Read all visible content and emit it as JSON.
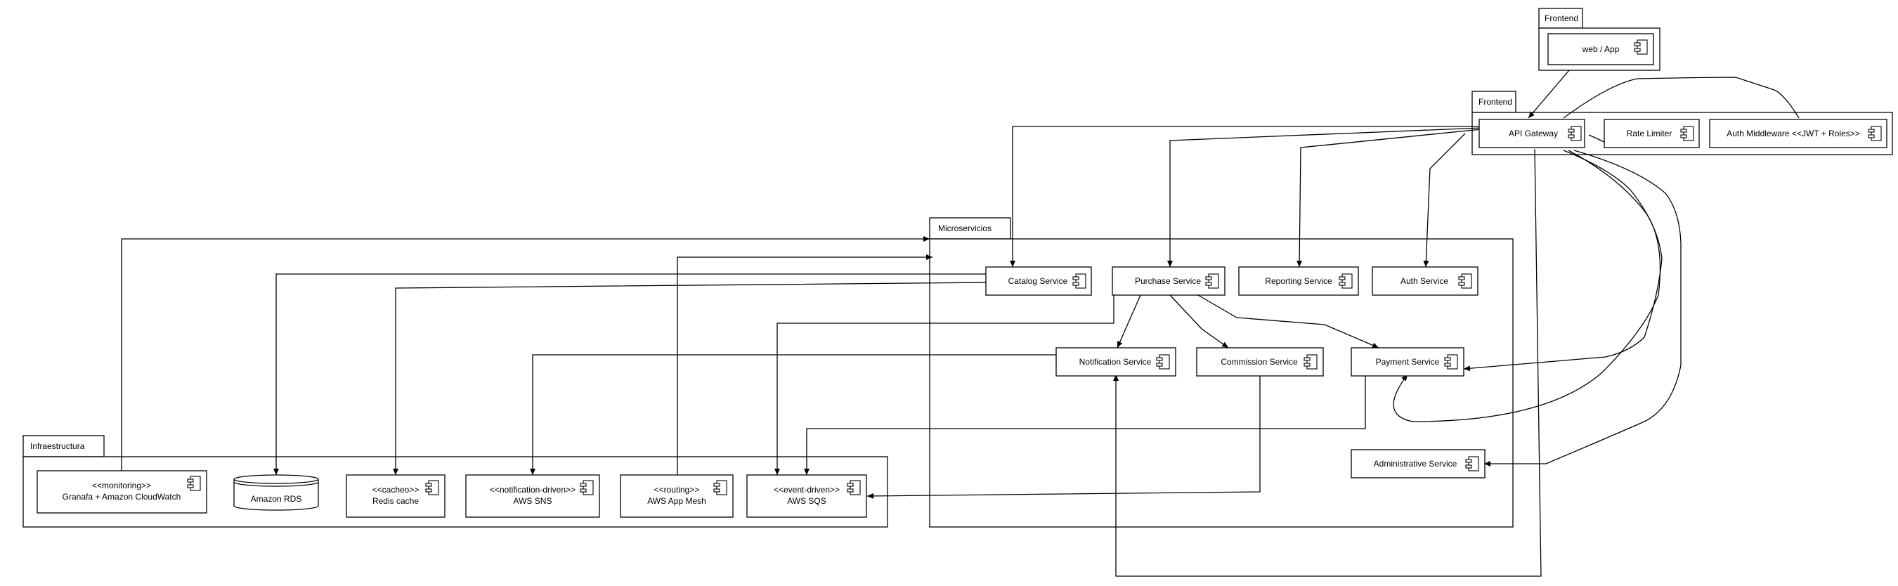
{
  "packages": {
    "frontend_top": "Frontend",
    "frontend_gateway": "Frontend",
    "microservicios": "Microservicios",
    "infraestructura": "Infraestructura"
  },
  "components": {
    "web_app": "web / App",
    "api_gateway": "API Gateway",
    "rate_limiter": "Rate Limiter",
    "auth_middleware": "Auth Middleware <<JWT + Roles>>",
    "catalog": "Catalog Service",
    "purchase": "Purchase Service",
    "reporting": "Reporting Service",
    "auth": "Auth Service",
    "notification": "Notification Service",
    "commission": "Commission Service",
    "payment": "Payment Service",
    "administrative": "Administrative Service",
    "monitoring_stereotype": "<<monitoring>>",
    "monitoring_name": "Granafa + Amazon CloudWatch",
    "rds": "Amazon RDS",
    "redis_stereotype": "<<cacheo>>",
    "redis_name": "Redis cache",
    "sns_stereotype": "<<notification-driven>>",
    "sns_name": "AWS SNS",
    "mesh_stereotype": "<<routing>>",
    "mesh_name": "AWS App Mesh",
    "sqs_stereotype": "<<event-driven>>",
    "sqs_name": "AWS SQS"
  },
  "icons": {
    "component": "uml-component-icon",
    "database": "database-cylinder-icon"
  }
}
